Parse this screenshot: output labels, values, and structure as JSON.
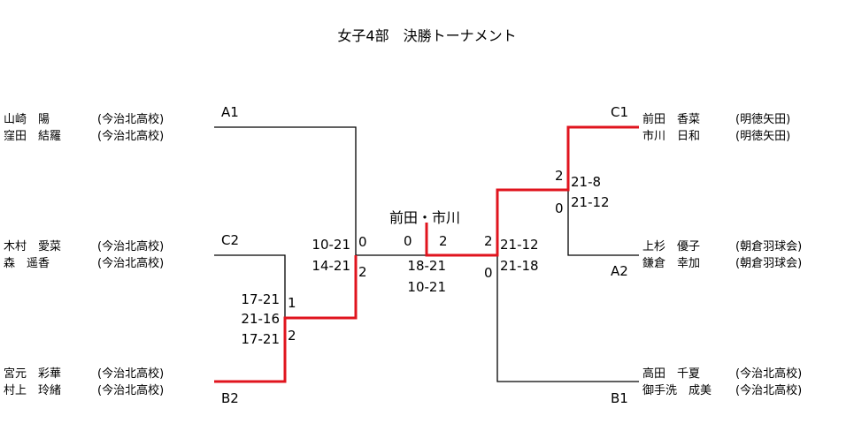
{
  "title": "女子4部　決勝トーナメント",
  "winner_label": "前田・市川",
  "colors": {
    "line": "#000000",
    "win_path": "#e0141e"
  },
  "left_entries": [
    {
      "slot": "A1",
      "players": [
        "山崎　陽",
        "窪田　結羅"
      ],
      "team": "(今治北高校)"
    },
    {
      "slot": "C2",
      "players": [
        "木村　愛菜",
        "森　遥香"
      ],
      "team": "(今治北高校)"
    },
    {
      "slot": "B2",
      "players": [
        "宮元　彩華",
        "村上　玲緒"
      ],
      "team": "(今治北高校)"
    }
  ],
  "right_entries": [
    {
      "slot": "C1",
      "players": [
        "前田　香菜",
        "市川　日和"
      ],
      "team": "(明徳矢田)"
    },
    {
      "slot": "A2",
      "players": [
        "上杉　優子",
        "鎌倉　幸加"
      ],
      "team": "(朝倉羽球会)"
    },
    {
      "slot": "B1",
      "players": [
        "高田　千夏",
        "御手洗　成美"
      ],
      "team": "(今治北高校)"
    }
  ],
  "matches": {
    "c2_vs_b2": {
      "games": [
        "1",
        "2"
      ],
      "sets": [
        "17-21",
        "21-16",
        "17-21"
      ]
    },
    "a1_vs_c2b2": {
      "games": [
        "0",
        "2"
      ],
      "sets": [
        "10-21",
        "14-21"
      ]
    },
    "a2_vs_c1": {
      "games": [
        "2",
        "0"
      ],
      "sets": [
        "21-8",
        "21-12"
      ]
    },
    "b1_vs_a2c1": {
      "games": [
        "2",
        "0"
      ],
      "sets": [
        "21-12",
        "21-18"
      ]
    },
    "final": {
      "games": [
        "0",
        "2"
      ],
      "sets": [
        "18-21",
        "10-21"
      ]
    }
  }
}
